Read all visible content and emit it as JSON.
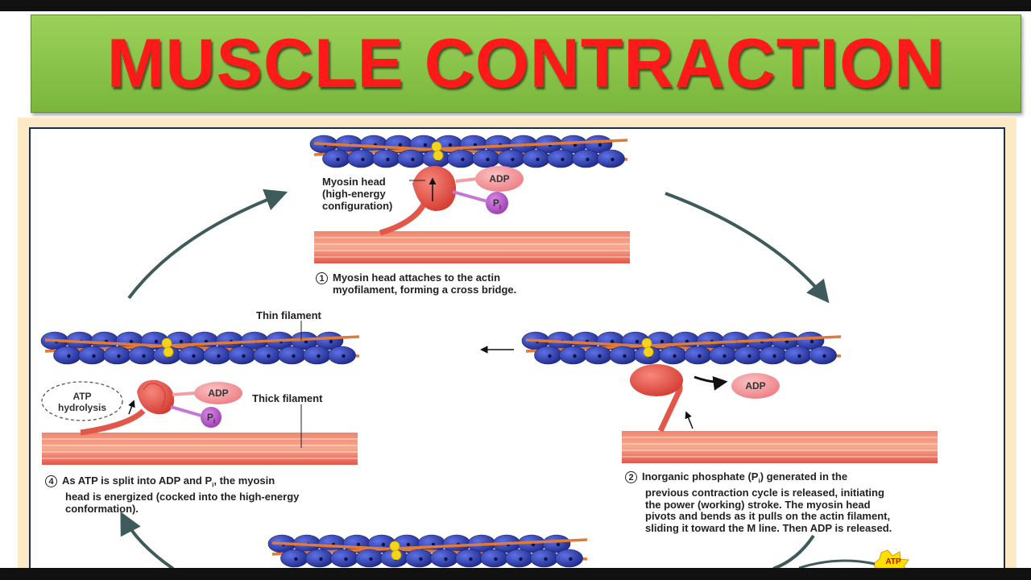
{
  "title": "MUSCLE CONTRACTION",
  "labels": {
    "myosin_head": [
      "Myosin head",
      "(high-energy",
      "configuration)"
    ],
    "thin_filament": "Thin filament",
    "thick_filament": "Thick filament",
    "atp_hydrolysis": [
      "ATP",
      "hydrolysis"
    ],
    "adp": "ADP",
    "pi_main": "P",
    "pi_sub": "i",
    "atp": "ATP"
  },
  "steps": [
    {
      "number": "1",
      "lines": [
        "Myosin head attaches to the actin",
        "myofilament, forming a cross bridge."
      ]
    },
    {
      "number": "2",
      "lines": [
        "Inorganic phosphate (P",
        "i",
        ") generated in the",
        "previous contraction cycle is released, initiating",
        "the power (working) stroke. The myosin head",
        "pivots and bends as it pulls on the actin filament,",
        "sliding it toward the M line. Then ADP is released."
      ]
    },
    {
      "number": "4",
      "lines": [
        "As ATP is split into ADP and P",
        "i",
        ", the myosin",
        "head is energized (cocked into the high-energy",
        "conformation)."
      ]
    }
  ],
  "colors": {
    "title_red": "#ff1a1a",
    "banner_green": "#8cc44a",
    "actin_blue": "#2f3eb0",
    "tropomyosin_orange": "#e07a3a",
    "myosin_red": "#e8473e",
    "adp_pink": "#f08a8f",
    "pi_purple": "#b04fc2",
    "cycle_arrow": "#3f5a5a",
    "atp_yellow": "#ffe000"
  }
}
